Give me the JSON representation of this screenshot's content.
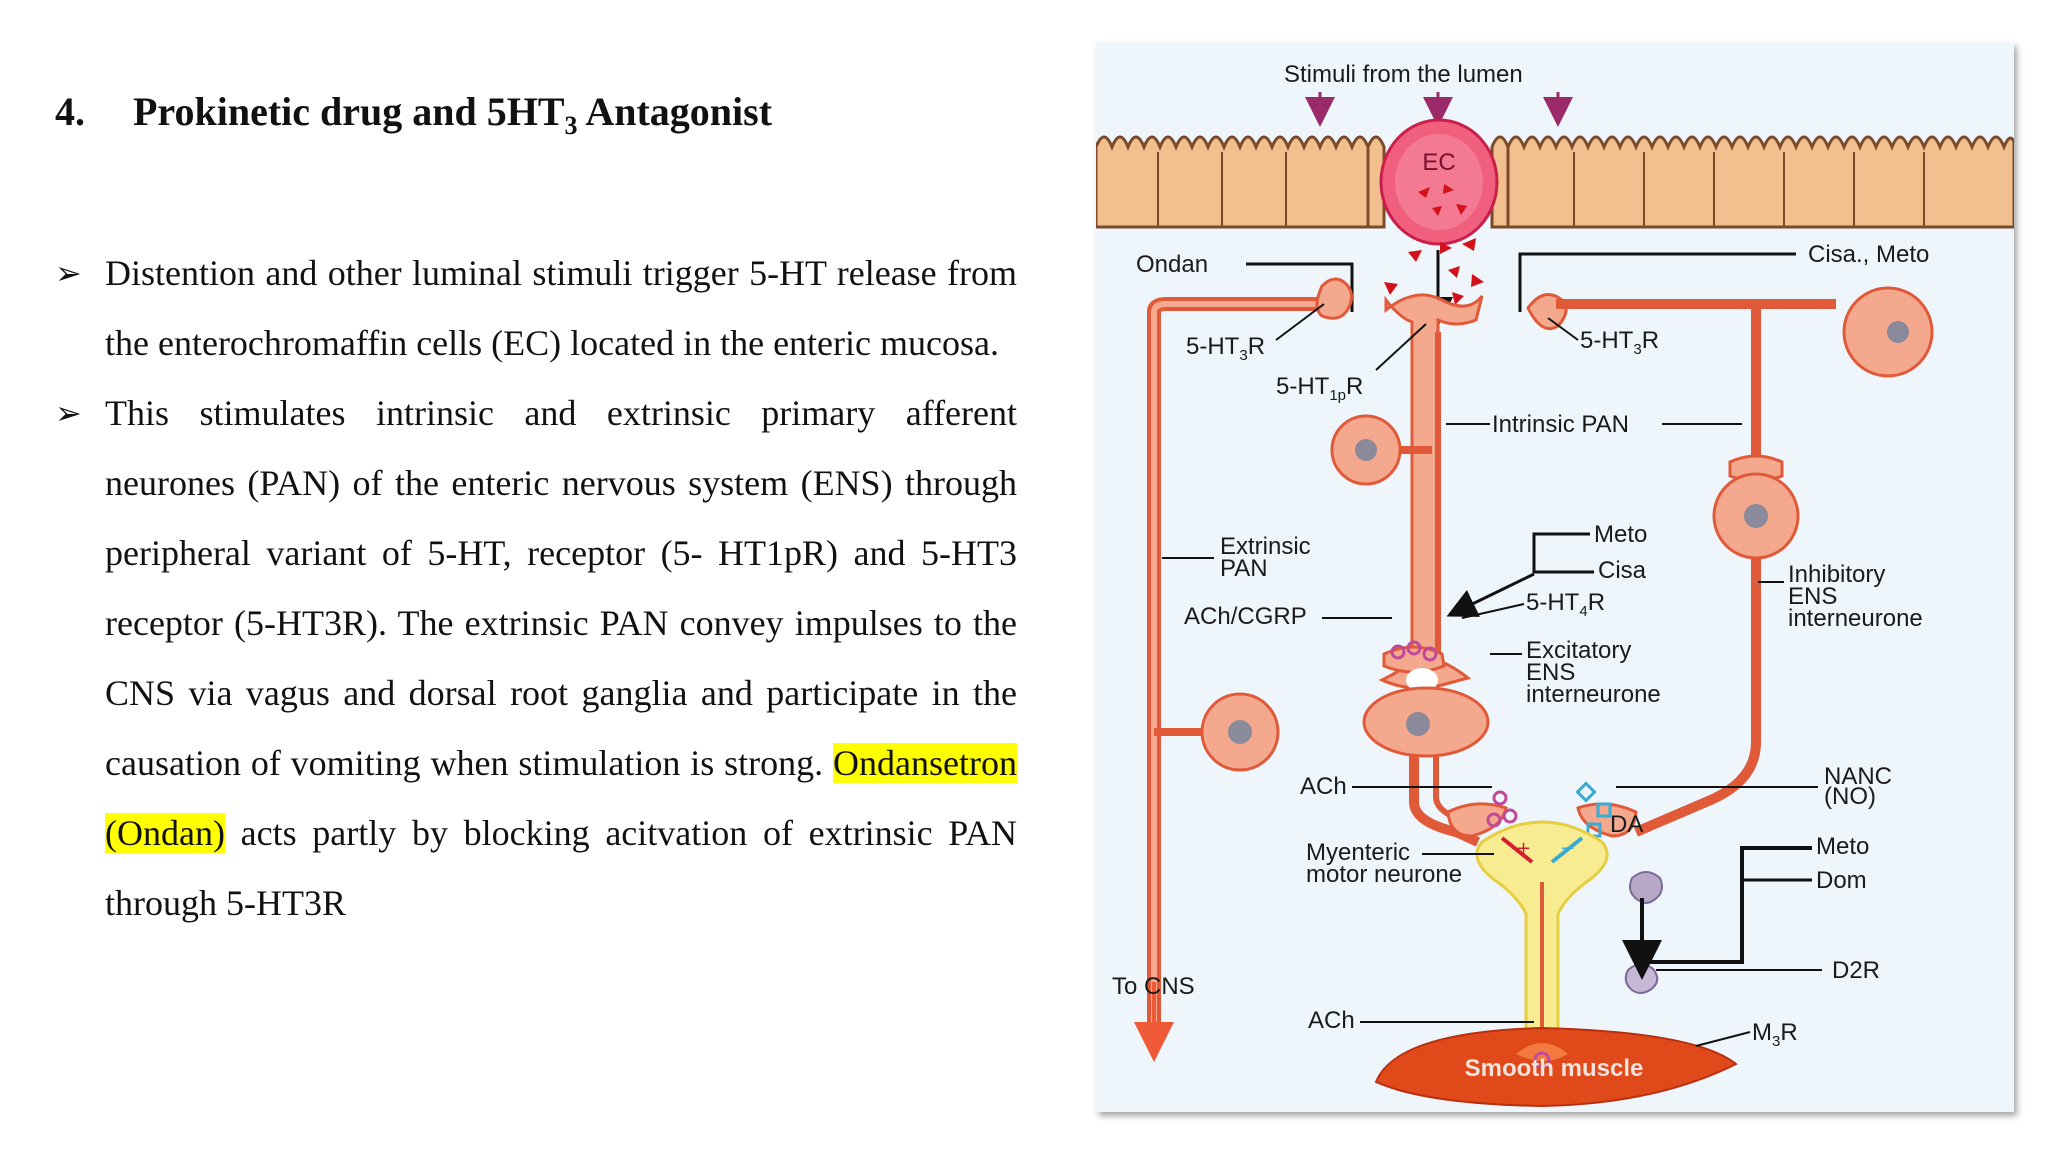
{
  "heading": {
    "number": "4.",
    "text_before": "Prokinetic drug and 5HT",
    "subscript": "3",
    "text_after": " Antagonist"
  },
  "bullets": {
    "marker": "➢",
    "item1": "Distention and other luminal stimuli trigger 5-HT release from the enterochromaffin cells (EC) located in the enteric mucosa.",
    "item2_before_highlight": "This stimulates intrinsic and extrinsic primary afferent neurones (PAN) of the enteric nervous system (ENS) through peripheral variant of 5-HT, receptor (5- HT1pR) and 5-HT3 receptor (5-HT3R). The extrinsic PAN convey impulses to the CNS via vagus and dorsal root ganglia and participate in the causation of vomiting when stimulation is strong. ",
    "item2_highlight": "Ondansetron (Ondan)",
    "item2_after_highlight": " acts partly by blocking acitvation of extrinsic PAN through 5-HT3R"
  },
  "diagram": {
    "stimuli": "Stimuli from the lumen",
    "ec": "EC",
    "ondan": "Ondan",
    "cisa_meto": "Cisa., Meto",
    "ht3r_left_main": "5-HT",
    "ht3r_left_sub": "3",
    "ht3r_left_end": "R",
    "ht1pr_main": "5-HT",
    "ht1pr_sub": "1p",
    "ht1pr_end": "R",
    "ht3r_right_main": "5-HT",
    "ht3r_right_sub": "3",
    "ht3r_right_end": "R",
    "intrinsic_pan": "Intrinsic PAN",
    "extrinsic_pan_1": "Extrinsic",
    "extrinsic_pan_2": "PAN",
    "meto_upper": "Meto",
    "cisa": "Cisa",
    "ht4r_main": "5-HT",
    "ht4r_sub": "4",
    "ht4r_end": "R",
    "inhibitory_1": "Inhibitory",
    "inhibitory_2": "ENS",
    "inhibitory_3": "interneurone",
    "ach_cgrp": "ACh/CGRP",
    "excitatory_1": "Excitatory",
    "excitatory_2": "ENS",
    "excitatory_3": "interneurone",
    "ach_upper": "ACh",
    "nanc_1": "NANC",
    "nanc_2": "(NO)",
    "da": "DA",
    "myenteric_1": "Myenteric",
    "myenteric_2": "motor neurone",
    "meto_lower": "Meto",
    "dom": "Dom",
    "to_cns": "To CNS",
    "d2r": "D2R",
    "ach_lower": "ACh",
    "m3r_main": "M",
    "m3r_sub": "3",
    "m3r_end": "R",
    "smooth_muscle": "Smooth muscle"
  },
  "colors": {
    "highlight": "#ffff00",
    "neuron": "#f4a98f",
    "neuron_outline": "#e05a3a",
    "axon": "#ee5a36",
    "villi": "#f2c08e",
    "ec_cell": "#f0607e",
    "motor_neuron": "#f7ec92",
    "muscle": "#e04a1a",
    "figure_bg": "#eff6fb"
  }
}
